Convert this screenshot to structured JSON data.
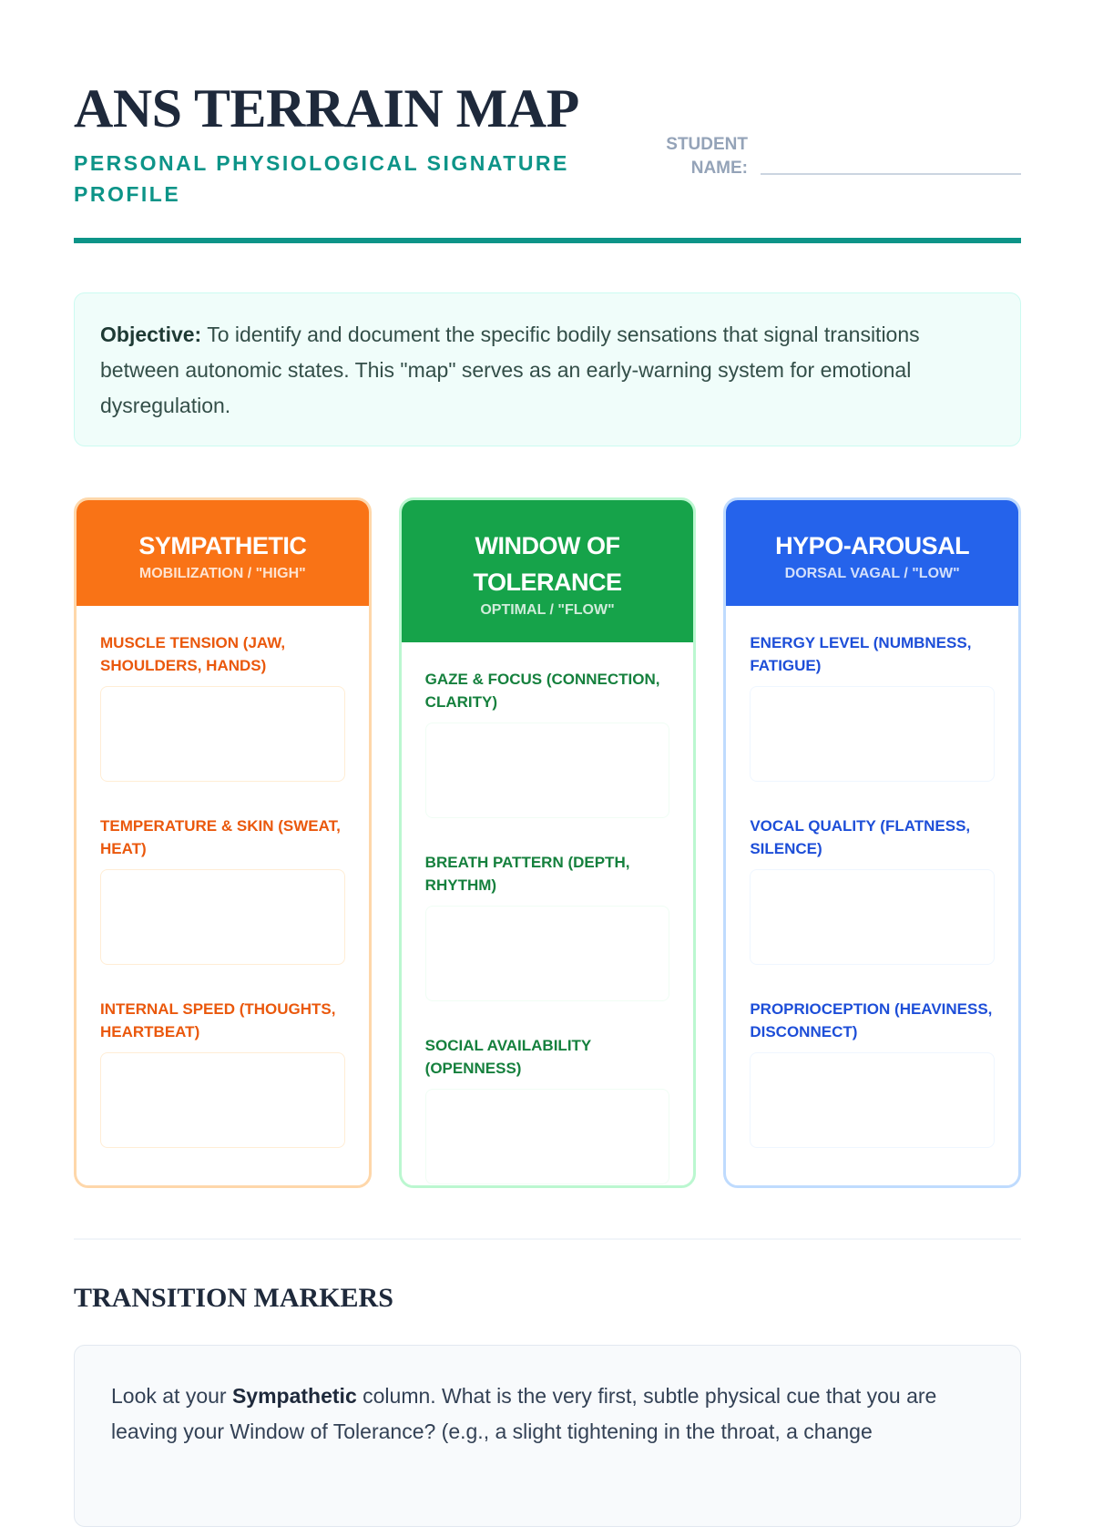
{
  "header": {
    "title": "ANS TERRAIN MAP",
    "subtitle": "PERSONAL PHYSIOLOGICAL SIGNATURE PROFILE",
    "student_label": "STUDENT NAME:",
    "student_value": ""
  },
  "objective": {
    "label": "Objective:",
    "text": " To identify and document the specific bodily sensations that signal transitions between autonomic states. This \"map\" serves as an early-warning system for emotional dysregulation."
  },
  "columns": [
    {
      "title": "SYMPATHETIC",
      "subtitle": "MOBILIZATION / \"HIGH\"",
      "color": "#f97316",
      "fields": [
        "MUSCLE TENSION (JAW, SHOULDERS, HANDS)",
        "TEMPERATURE & SKIN (SWEAT, HEAT)",
        "INTERNAL SPEED (THOUGHTS, HEARTBEAT)"
      ]
    },
    {
      "title": "WINDOW OF TOLERANCE",
      "subtitle": "OPTIMAL / \"FLOW\"",
      "color": "#16a34a",
      "fields": [
        "GAZE & FOCUS (CONNECTION, CLARITY)",
        "BREATH PATTERN (DEPTH, RHYTHM)",
        "SOCIAL AVAILABILITY (OPENNESS)"
      ]
    },
    {
      "title": "HYPO-AROUSAL",
      "subtitle": "DORSAL VAGAL / \"LOW\"",
      "color": "#2563eb",
      "fields": [
        "ENERGY LEVEL (NUMBNESS, FATIGUE)",
        "VOCAL QUALITY (FLATNESS, SILENCE)",
        "PROPRIOCEPTION (HEAVINESS, DISCONNECT)"
      ]
    }
  ],
  "transition": {
    "title": "TRANSITION MARKERS",
    "pre": "Look at your ",
    "bold": "Sympathetic",
    "post": " column. What is the very first, subtle physical cue that you are leaving your Window of Tolerance? (e.g., a slight tightening in the throat, a change"
  }
}
